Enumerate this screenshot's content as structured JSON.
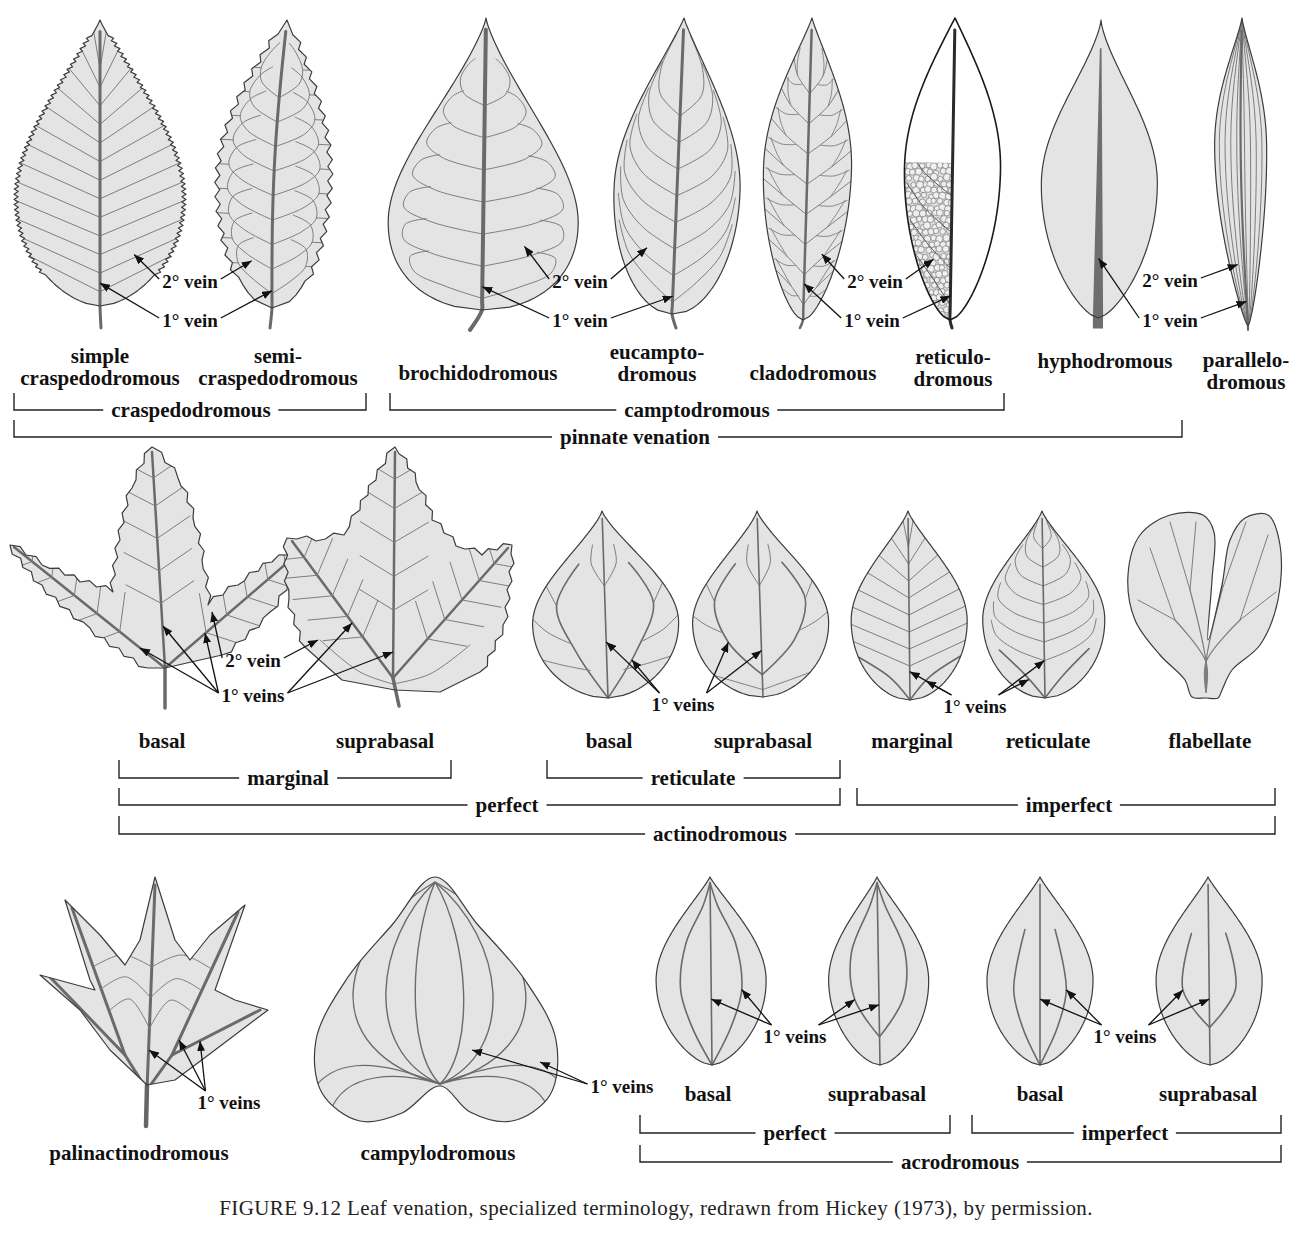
{
  "diagram": {
    "caption": "FIGURE 9.12 Leaf venation, specialized terminology, redrawn from Hickey (1973), by permission.",
    "labels": [
      "2° vein",
      "1° vein",
      "simple craspedodromous",
      "semi- craspedodromous",
      "2° vein",
      "1° vein",
      "brochidodromous",
      "eucampto- dromous",
      "2° vein",
      "1° vein",
      "cladodromous",
      "reticulo- dromous",
      "hyphodromous",
      "2° vein",
      "1° vein",
      "parallelo- dromous",
      "craspedodromous",
      "camptodromous",
      "pinnate venation",
      "2° vein",
      "1° veins",
      "1° veins",
      "1° veins",
      "basal",
      "suprabasal",
      "basal",
      "suprabasal",
      "marginal",
      "reticulate",
      "flabellate",
      "marginal",
      "reticulate",
      "perfect",
      "imperfect",
      "actinodromous",
      "1° veins",
      "1° veins",
      "1° veins",
      "1° veins",
      "palinactinodromous",
      "campylodromous",
      "basal",
      "suprabasal",
      "basal",
      "suprabasal",
      "perfect",
      "imperfect",
      "acrodromous"
    ]
  }
}
